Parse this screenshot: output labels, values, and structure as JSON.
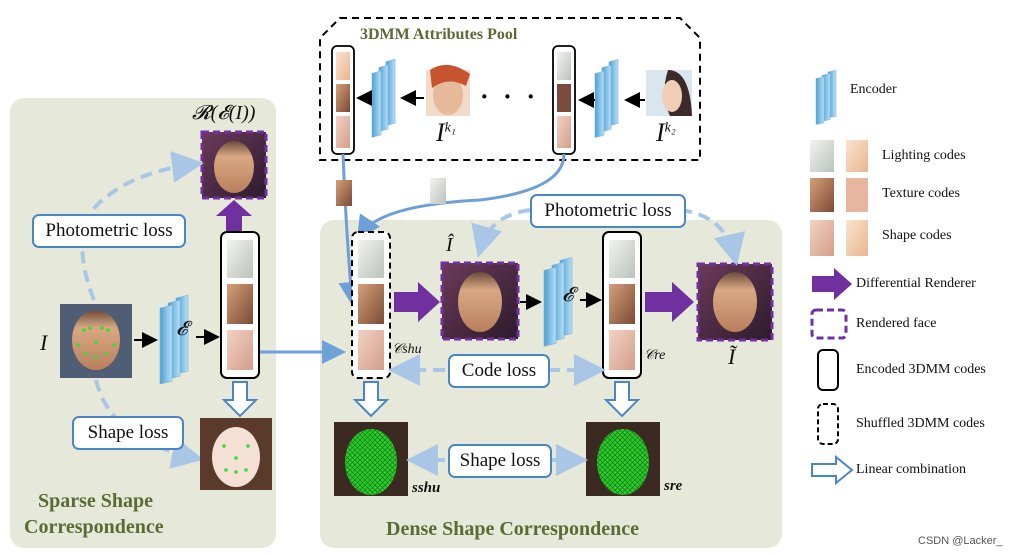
{
  "pool": {
    "title": "3DMM Attributes Pool",
    "ellipsis": "· · ·",
    "label_k1": "I",
    "sup_k1": "k₁",
    "label_k2": "I",
    "sup_k2": "k₂"
  },
  "sparse": {
    "title_line1": "Sparse Shape",
    "title_line2": "Correspondence",
    "render_label": "𝓡(𝓔(I))",
    "photometric_loss": "Photometric loss",
    "shape_loss": "Shape loss",
    "input_label": "I",
    "encoder_symbol": "𝓔"
  },
  "dense": {
    "title": "Dense Shape Correspondence",
    "photometric_loss": "Photometric loss",
    "code_loss": "Code loss",
    "shape_loss": "Shape loss",
    "i_hat": "Î",
    "i_tilde": "Ĩ",
    "encoder_symbol": "𝓔",
    "c_shu": "𝒞shu",
    "c_re": "𝒞re",
    "s_shu": "sshu",
    "s_re": "sre"
  },
  "legend": {
    "items": [
      {
        "label": "Encoder"
      },
      {
        "label": "Lighting codes"
      },
      {
        "label": "Texture codes"
      },
      {
        "label": "Shape codes"
      },
      {
        "label": "Differential Renderer"
      },
      {
        "label": "Rendered face"
      },
      {
        "label": "Encoded 3DMM codes"
      },
      {
        "label": "Shuffled 3DMM codes"
      },
      {
        "label": "Linear combination"
      }
    ]
  },
  "watermark": "CSDN @Lacker_",
  "colors": {
    "panel": "#e6e9d9",
    "blue": "#6f9fd8",
    "purple": "#7030a0",
    "green_title": "#5a6b33",
    "mesh_green": "#33dd33"
  }
}
